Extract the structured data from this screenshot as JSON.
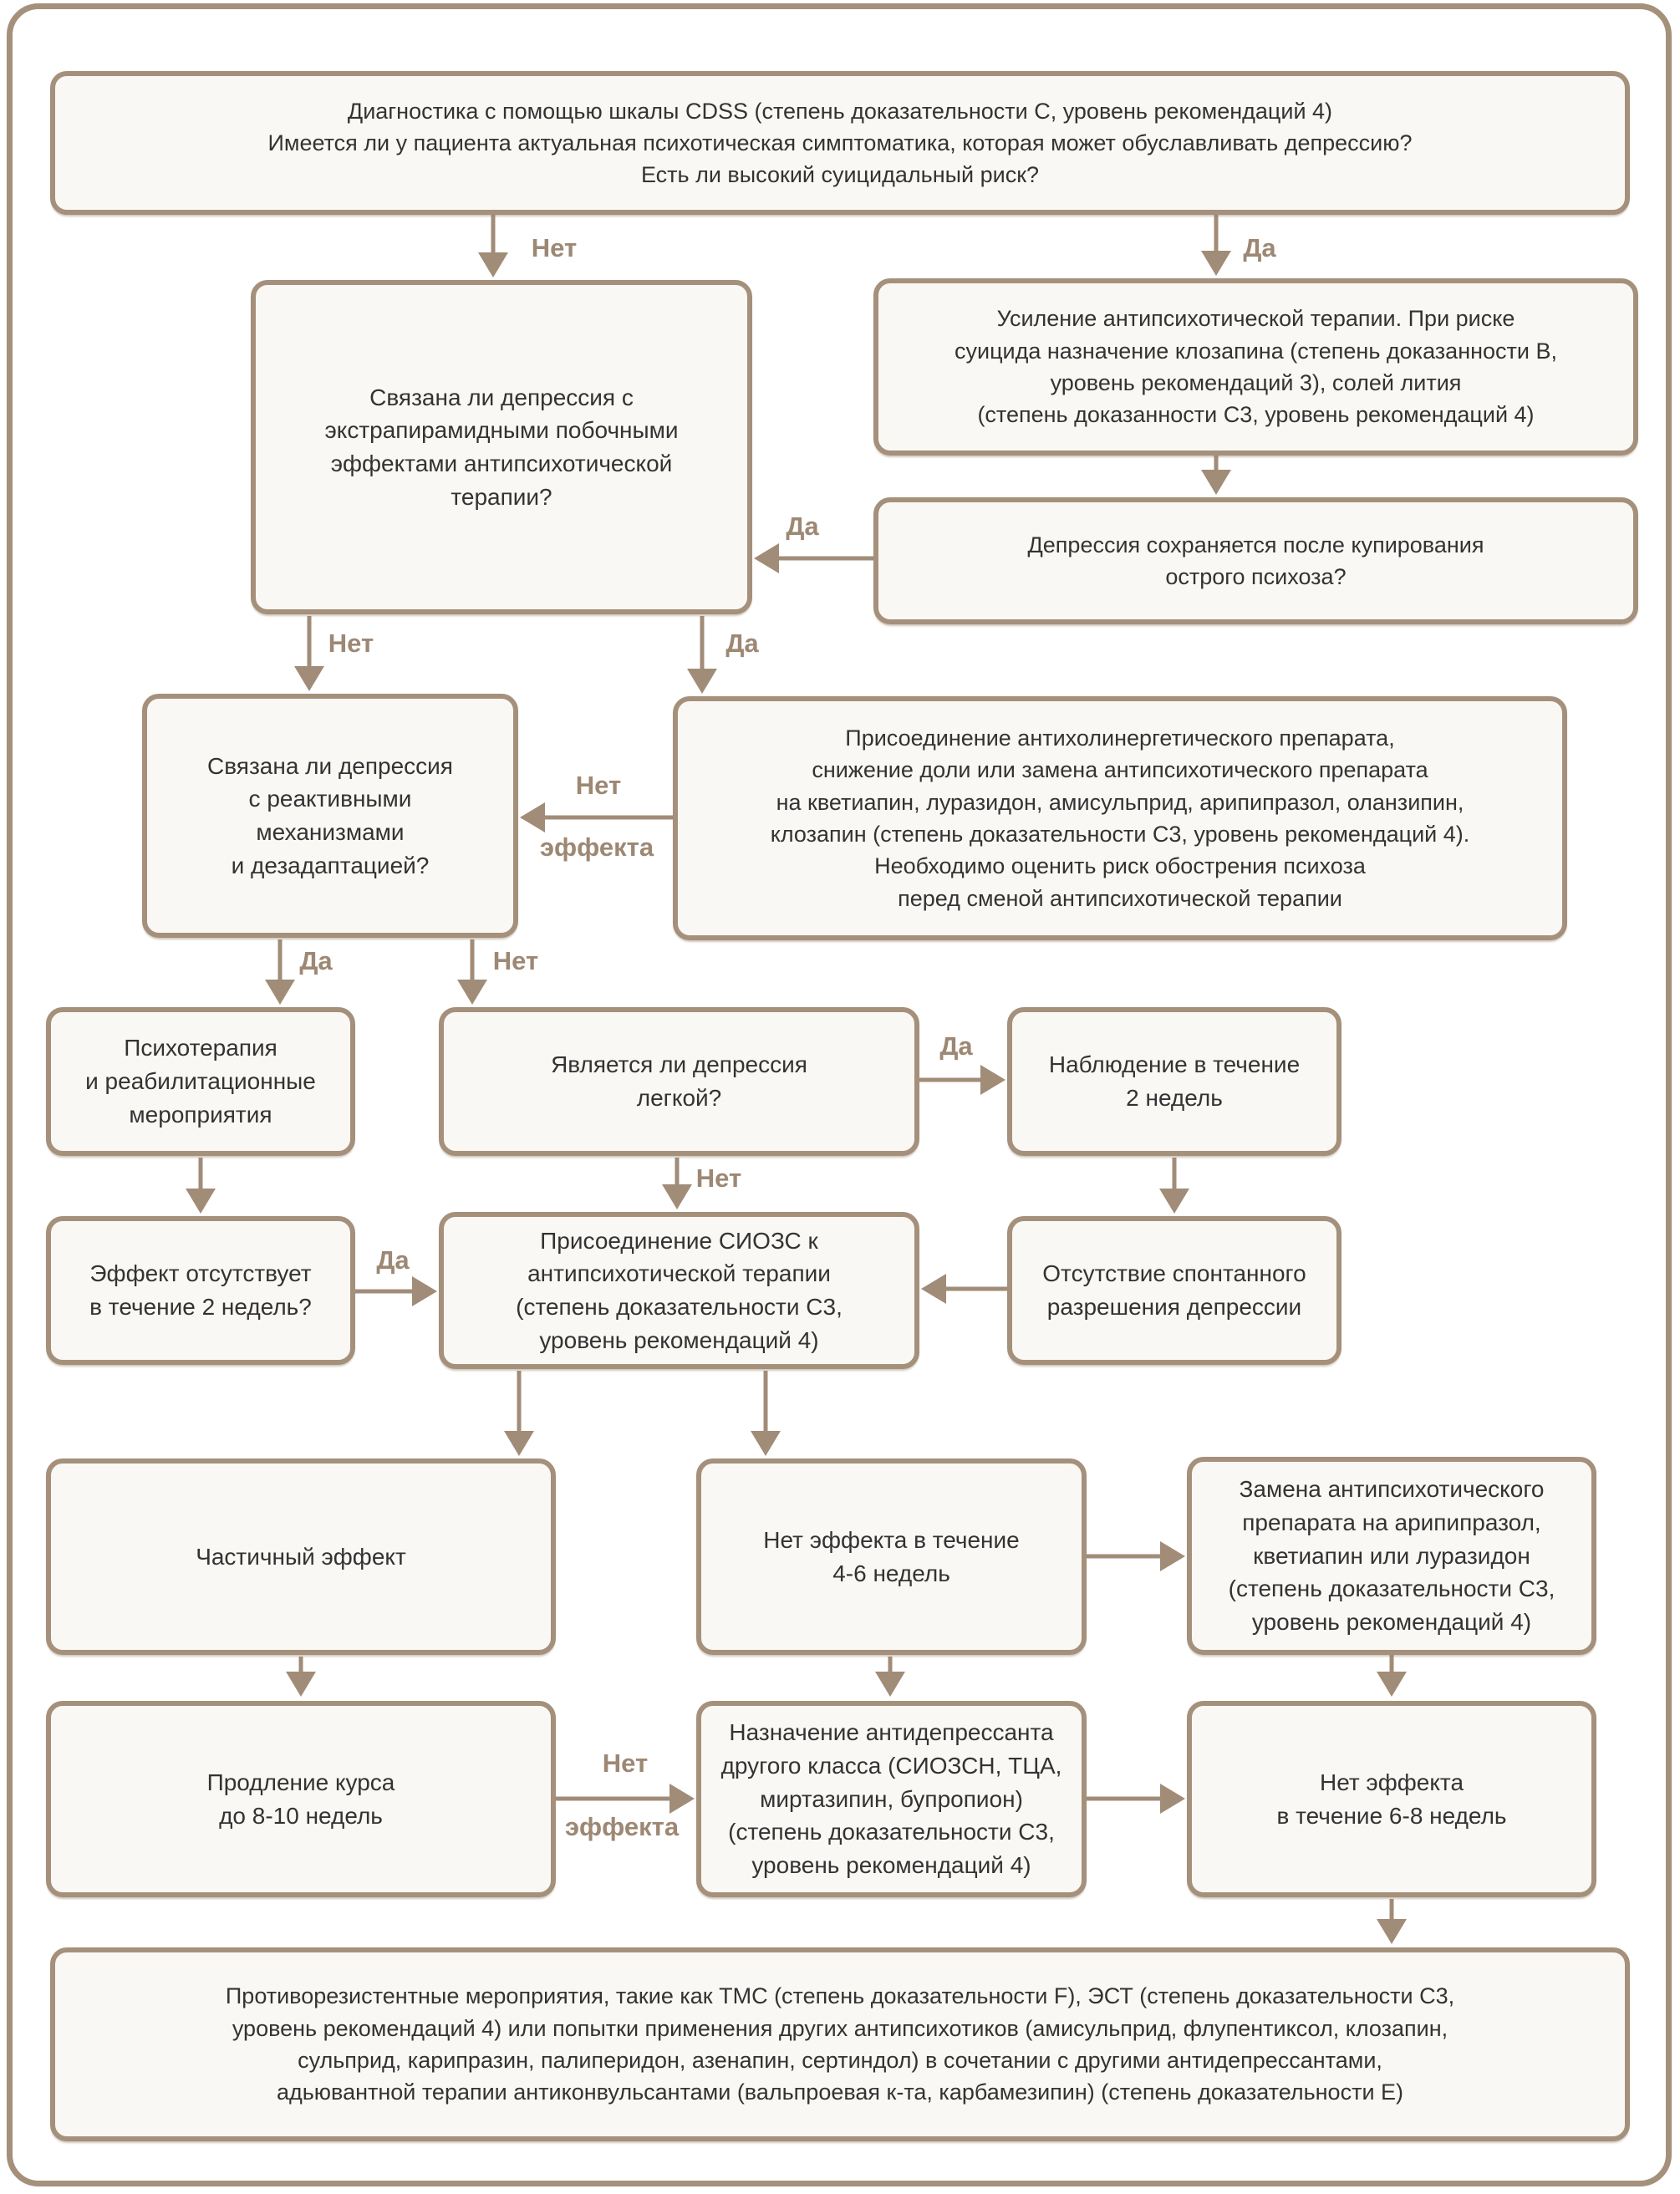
{
  "diagram": {
    "type": "flowchart",
    "colors": {
      "line": "#a18c78",
      "box_border": "#a5907b",
      "box_fill": "#faf8f5",
      "box_text": "#333333",
      "edge_label_text": "#9d8874",
      "background": "#ffffff"
    },
    "nodes": {
      "diagnostics": {
        "text": "Диагностика с помощью шкалы CDSS (степень доказательности С, уровень рекомендаций 4)\nИмеется ли у пациента актуальная психотическая симптоматика, которая может обуславливать депрессию?\nЕсть ли высокий суицидальный риск?"
      },
      "eps_question": {
        "text": "Связана ли депрессия с\nэкстрапирамидными побочными\nэффектами антипсихотической\nтерапии?"
      },
      "intensify": {
        "text": "Усиление антипсихотической терапии. При риске\nсуицида назначение клозапина (степень доказанности В,\nуровень рекомендаций 3), солей лития\n(степень доказанности С3, уровень рекомендаций 4)"
      },
      "persist": {
        "text": "Депрессия сохраняется после купирования\nострого психоза?"
      },
      "reactive": {
        "text": "Связана ли депрессия\nс реактивными\nмеханизмами\nи дезадаптацией?"
      },
      "anticholinergic": {
        "text": "Присоединение антихолинергетического препарата,\nснижение доли или замена антипсихотического препарата\nна кветиапин, луразидон, амисульприд, арипипразол, оланзипин,\nклозапин (степень доказательности С3, уровень рекомендаций 4).\nНеобходимо оценить риск обострения психоза\nперед сменой антипсихотической терапии"
      },
      "psychotherapy": {
        "text": "Психотерапия\nи реабилитационные\nмероприятия"
      },
      "mild": {
        "text": "Является ли депрессия\nлегкой?"
      },
      "observation": {
        "text": "Наблюдение в течение\n2 недель"
      },
      "no_effect_2w": {
        "text": "Эффект отсутствует\nв течение 2 недель?"
      },
      "ssri": {
        "text": "Присоединение СИОЗС к\nантипсихотической терапии\n(степень доказательности С3,\nуровень рекомендаций 4)"
      },
      "no_spontaneous": {
        "text": "Отсутствие спонтанного\nразрешения депрессии"
      },
      "partial": {
        "text": "Частичный эффект"
      },
      "no_effect_46": {
        "text": "Нет эффекта в течение\n4-6 недель"
      },
      "switch_ap": {
        "text": "Замена антипсихотического\nпрепарата на арипипразол,\nкветиапин или луразидон\n(степень доказательности С3,\nуровень рекомендаций 4)"
      },
      "prolong": {
        "text": "Продление курса\nдо 8-10 недель"
      },
      "other_ad": {
        "text": "Назначение антидепрессанта\nдругого класса (СИОЗСН, ТЦА,\nмиртазипин, бупропион)\n(степень доказательности С3,\nуровень рекомендаций 4)"
      },
      "no_effect_68": {
        "text": "Нет эффекта\nв течение 6-8 недель"
      },
      "resistant": {
        "text": "Противорезистентные мероприятия, такие как ТМС (степень доказательности F), ЭСТ (степень доказательности С3,\nуровень рекомендаций 4) или попытки применения других антипсихотиков (амисульприд, флупентиксол, клозапин,\nсульприд, карипразин, палиперидон, азенапин, сертиндол) в сочетании с другими антидепрессантами,\nадьювантной терапии антиконвульсантами (вальпроевая к-та, карбамезипин) (степень доказательности Е)"
      }
    },
    "edge_labels": {
      "diagnostics_no": "Нет",
      "diagnostics_yes": "Да",
      "persist_yes": "Да",
      "eps_no": "Нет",
      "eps_yes": "Да",
      "no_effect_word1": "Нет",
      "no_effect_word2": "эффекта",
      "reactive_yes": "Да",
      "reactive_no": "Нет",
      "mild_yes": "Да",
      "mild_no": "Нет",
      "two_weeks_yes": "Да",
      "prolong_no_word1": "Нет",
      "prolong_no_word2": "эффекта"
    },
    "edges": [
      {
        "from": "diagnostics",
        "to": "eps_question",
        "label": "Нет"
      },
      {
        "from": "diagnostics",
        "to": "intensify",
        "label": "Да"
      },
      {
        "from": "intensify",
        "to": "persist",
        "label": ""
      },
      {
        "from": "persist",
        "to": "eps_question",
        "label": "Да"
      },
      {
        "from": "eps_question",
        "to": "reactive",
        "label": "Нет"
      },
      {
        "from": "eps_question",
        "to": "anticholinergic",
        "label": "Да"
      },
      {
        "from": "anticholinergic",
        "to": "reactive",
        "label": "Нет эффекта"
      },
      {
        "from": "reactive",
        "to": "psychotherapy",
        "label": "Да"
      },
      {
        "from": "reactive",
        "to": "mild",
        "label": "Нет"
      },
      {
        "from": "mild",
        "to": "observation",
        "label": "Да"
      },
      {
        "from": "mild",
        "to": "ssri",
        "label": "Нет"
      },
      {
        "from": "psychotherapy",
        "to": "no_effect_2w",
        "label": ""
      },
      {
        "from": "observation",
        "to": "no_spontaneous",
        "label": ""
      },
      {
        "from": "no_effect_2w",
        "to": "ssri",
        "label": "Да"
      },
      {
        "from": "no_spontaneous",
        "to": "ssri",
        "label": ""
      },
      {
        "from": "ssri",
        "to": "partial",
        "label": ""
      },
      {
        "from": "ssri",
        "to": "no_effect_46",
        "label": ""
      },
      {
        "from": "no_effect_46",
        "to": "switch_ap",
        "label": ""
      },
      {
        "from": "partial",
        "to": "prolong",
        "label": ""
      },
      {
        "from": "no_effect_46",
        "to": "other_ad",
        "label": ""
      },
      {
        "from": "switch_ap",
        "to": "no_effect_68",
        "label": ""
      },
      {
        "from": "prolong",
        "to": "other_ad",
        "label": "Нет эффекта"
      },
      {
        "from": "other_ad",
        "to": "no_effect_68",
        "label": ""
      },
      {
        "from": "no_effect_68",
        "to": "resistant",
        "label": ""
      }
    ]
  }
}
